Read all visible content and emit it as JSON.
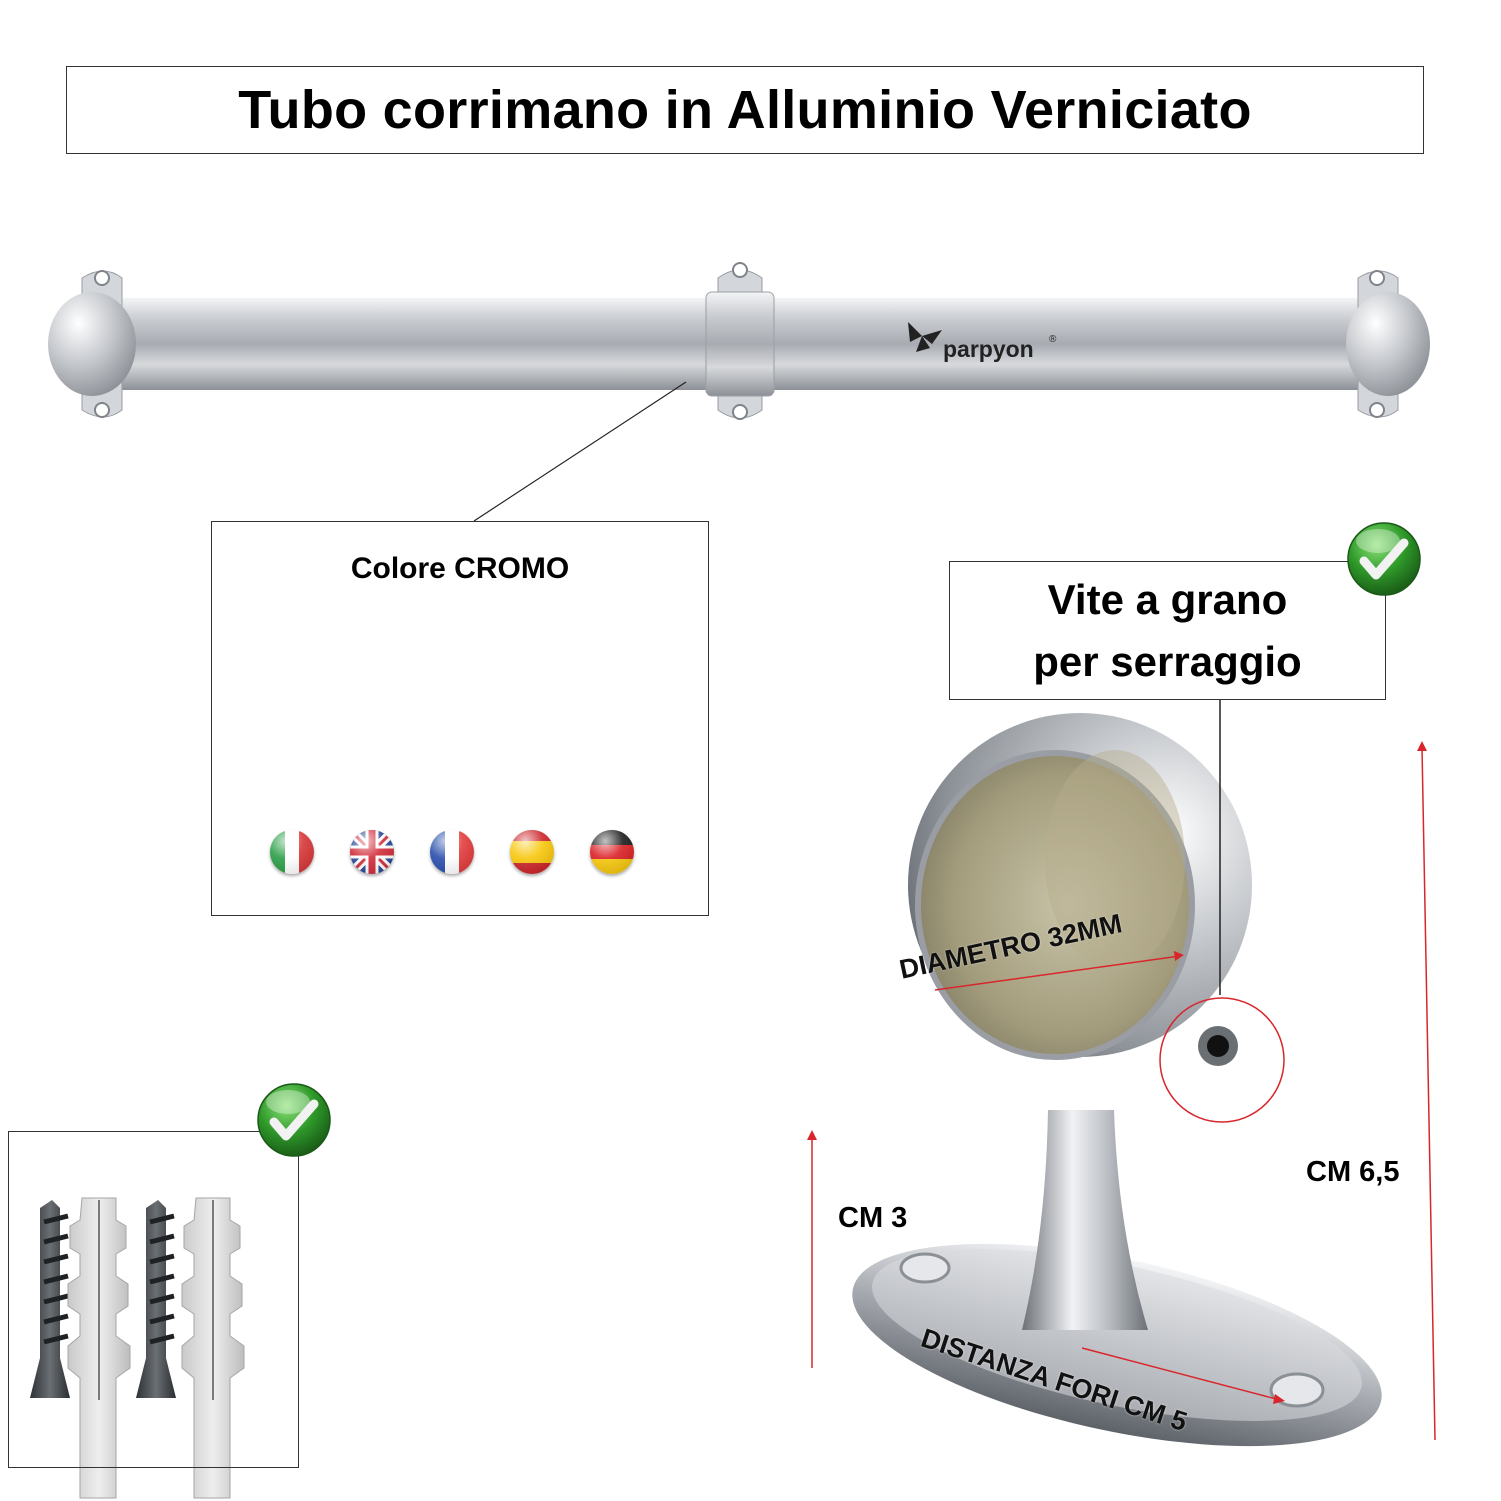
{
  "title": "Tubo corrimano in Alluminio Verniciato",
  "brand": "parpyon",
  "color_label": "Colore CROMO",
  "flags": [
    "italy-flag",
    "uk-flag",
    "france-flag",
    "spain-flag",
    "germany-flag"
  ],
  "screw_label_line1": "Vite a grano",
  "screw_label_line2": "per serraggio",
  "diameter_label": "DIAMETRO 32MM",
  "holes_label": "DISTANZA FORI CM 5",
  "height_small": "CM 3",
  "height_total": "CM 6,5",
  "colors": {
    "chrome": "#c9ccd1",
    "accent_red": "#d9262c",
    "check_green": "#2f9a2a"
  }
}
